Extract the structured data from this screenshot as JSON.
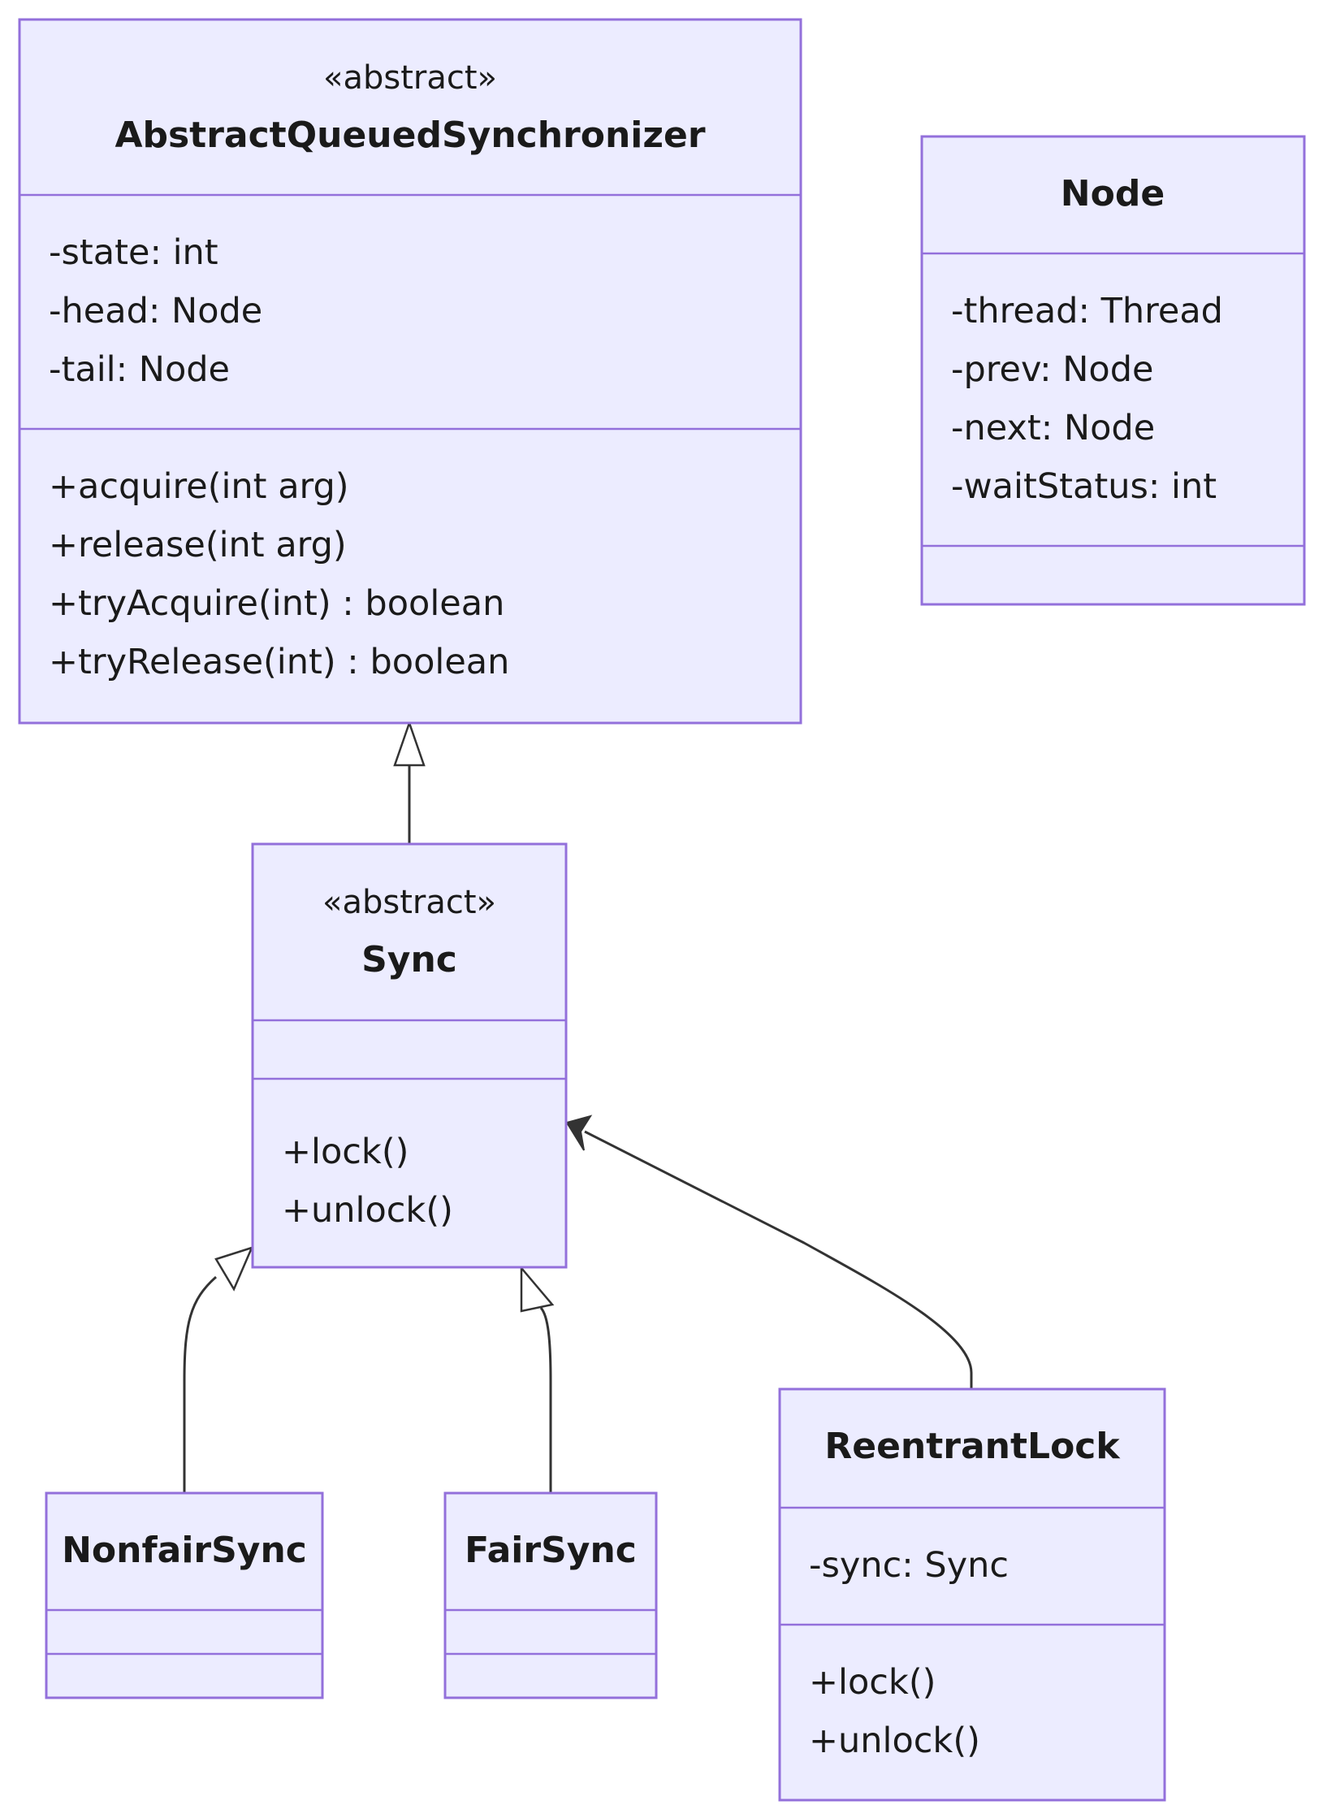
{
  "diagram": {
    "classes": {
      "aqs": {
        "stereotype": "«abstract»",
        "name": "AbstractQueuedSynchronizer",
        "attributes": [
          "-state: int",
          "-head: Node",
          "-tail: Node"
        ],
        "methods": [
          "+acquire(int arg)",
          "+release(int arg)",
          "+tryAcquire(int) : boolean",
          "+tryRelease(int) : boolean"
        ]
      },
      "node": {
        "stereotype": "",
        "name": "Node",
        "attributes": [
          "-thread: Thread",
          "-prev: Node",
          "-next: Node",
          "-waitStatus: int"
        ],
        "methods": []
      },
      "sync": {
        "stereotype": "«abstract»",
        "name": "Sync",
        "attributes": [],
        "methods": [
          "+lock()",
          "+unlock()"
        ]
      },
      "nonfair": {
        "stereotype": "",
        "name": "NonfairSync",
        "attributes": [],
        "methods": []
      },
      "fair": {
        "stereotype": "",
        "name": "FairSync",
        "attributes": [],
        "methods": []
      },
      "reentrant": {
        "stereotype": "",
        "name": "ReentrantLock",
        "attributes": [
          "-sync: Sync"
        ],
        "methods": [
          "+lock()",
          "+unlock()"
        ]
      }
    },
    "relations": [
      {
        "from": "Sync",
        "to": "AbstractQueuedSynchronizer",
        "kind": "inheritance"
      },
      {
        "from": "NonfairSync",
        "to": "Sync",
        "kind": "inheritance"
      },
      {
        "from": "FairSync",
        "to": "Sync",
        "kind": "inheritance"
      },
      {
        "from": "ReentrantLock",
        "to": "Sync",
        "kind": "association"
      }
    ],
    "colors": {
      "box_fill": "#ececff",
      "box_border": "#9370db",
      "edge": "#333333",
      "text": "#1a1a1a"
    }
  }
}
